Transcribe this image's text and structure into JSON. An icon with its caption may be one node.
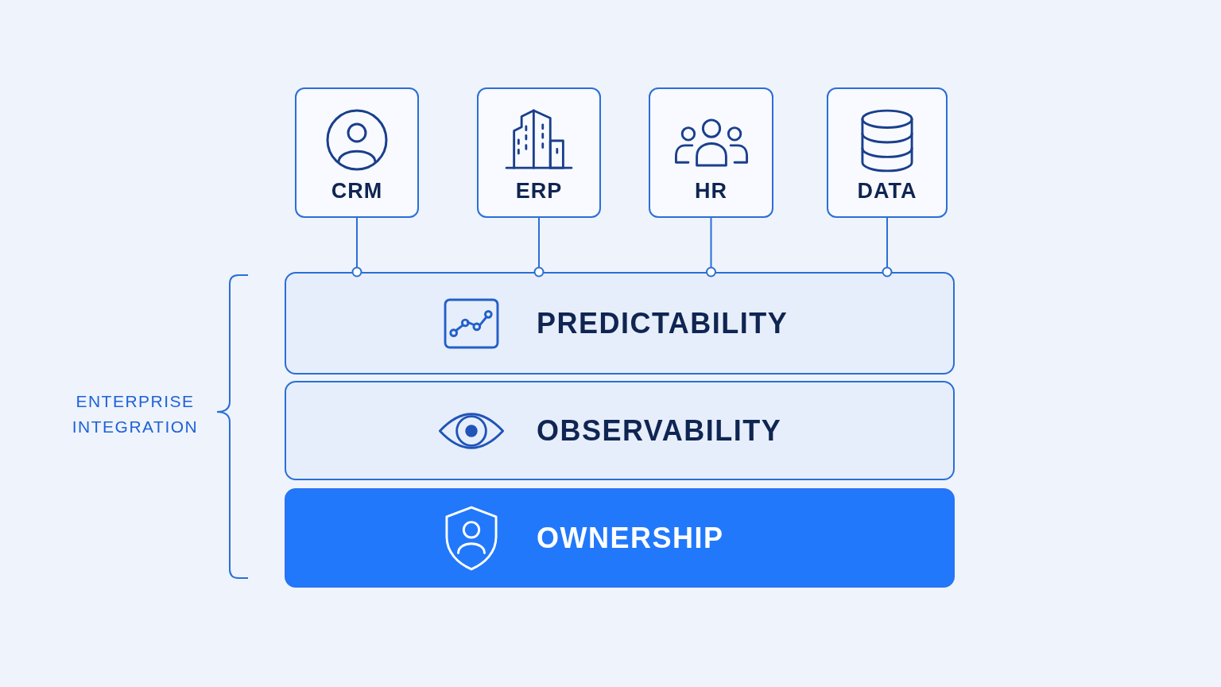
{
  "diagram": {
    "nodes": [
      {
        "text": [
          "CRM"
        ]
      },
      {
        "text": [
          "ERP"
        ]
      },
      {
        "text": [
          "HR"
        ]
      },
      {
        "text": [
          "DATA"
        ]
      },
      {
        "text": [
          "PREDICTABILITY"
        ]
      },
      {
        "text": [
          "OBSERVABILITY"
        ]
      },
      {
        "text": [
          "OWNERSHIP"
        ]
      }
    ],
    "edges": [
      {
        "from": 0,
        "to": 4,
        "arrow": "other"
      },
      {
        "from": 1,
        "to": 4,
        "arrow": "other"
      },
      {
        "from": 2,
        "to": 4,
        "arrow": "other"
      },
      {
        "from": 3,
        "to": 4,
        "arrow": "other"
      }
    ],
    "labels": [
      "ENTERPRISE INTEGRATION"
    ]
  }
}
